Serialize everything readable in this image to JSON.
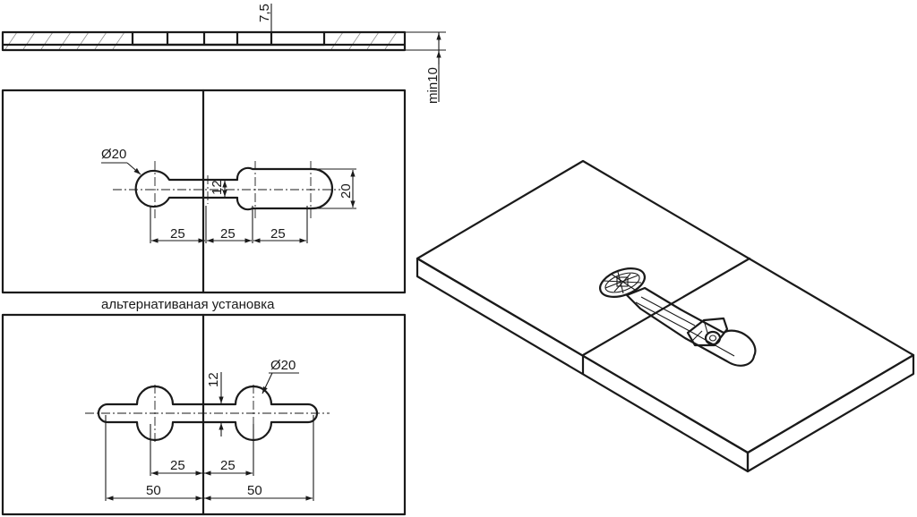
{
  "section_view": {
    "dim_depth": "7,5",
    "dim_min_thickness": "min10"
  },
  "plan_standard": {
    "dim_diameter": "Ø20",
    "dim_channel_width": "12",
    "dim_slot_width": "20",
    "dim_left_offset": "25",
    "dim_center_offset": "25",
    "dim_right_offset": "25"
  },
  "alternative_caption": "альтернативаная установка",
  "plan_alternative": {
    "dim_diameter": "Ø20",
    "dim_channel_width": "12",
    "dim_inner_left": "25",
    "dim_inner_right": "25",
    "dim_outer_left": "50",
    "dim_outer_right": "50"
  },
  "colors": {
    "line": "#1a1a1a",
    "hatch": "#8a8a8a",
    "background": "#ffffff"
  }
}
